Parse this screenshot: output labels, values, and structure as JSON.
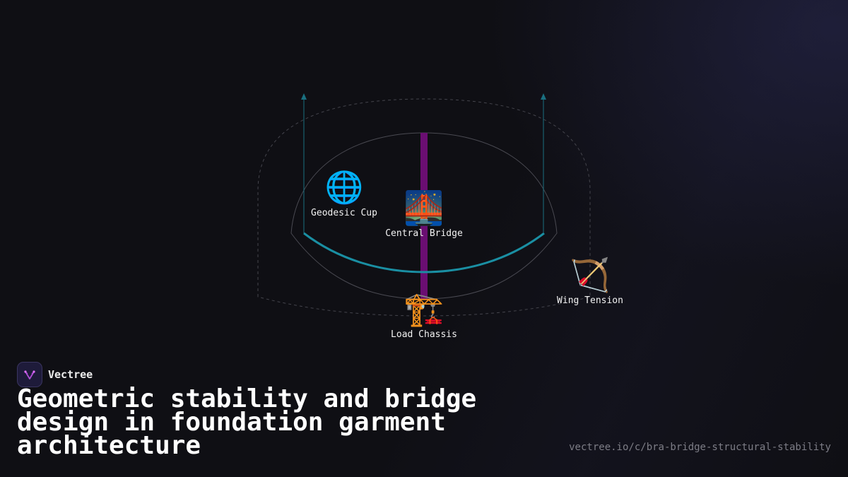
{
  "brand": {
    "name": "Vectree"
  },
  "headline": "Geometric stability and bridge design in foundation garment architecture",
  "url": "vectree.io/c/bra-bridge-structural-stability",
  "nodes": {
    "geodesic_cup": {
      "label": "Geodesic Cup",
      "icon": "🌐"
    },
    "central_bridge": {
      "label": "Central Bridge",
      "icon": "🌉"
    },
    "wing_tension": {
      "label": "Wing Tension",
      "icon": "🏹"
    },
    "load_chassis": {
      "label": "Load Chassis",
      "icon": "🏗️"
    }
  },
  "colors": {
    "background": "#0f0f14",
    "accent_cyan": "#1a8fa3",
    "accent_magenta": "#6a0e72",
    "outline": "#555560"
  }
}
